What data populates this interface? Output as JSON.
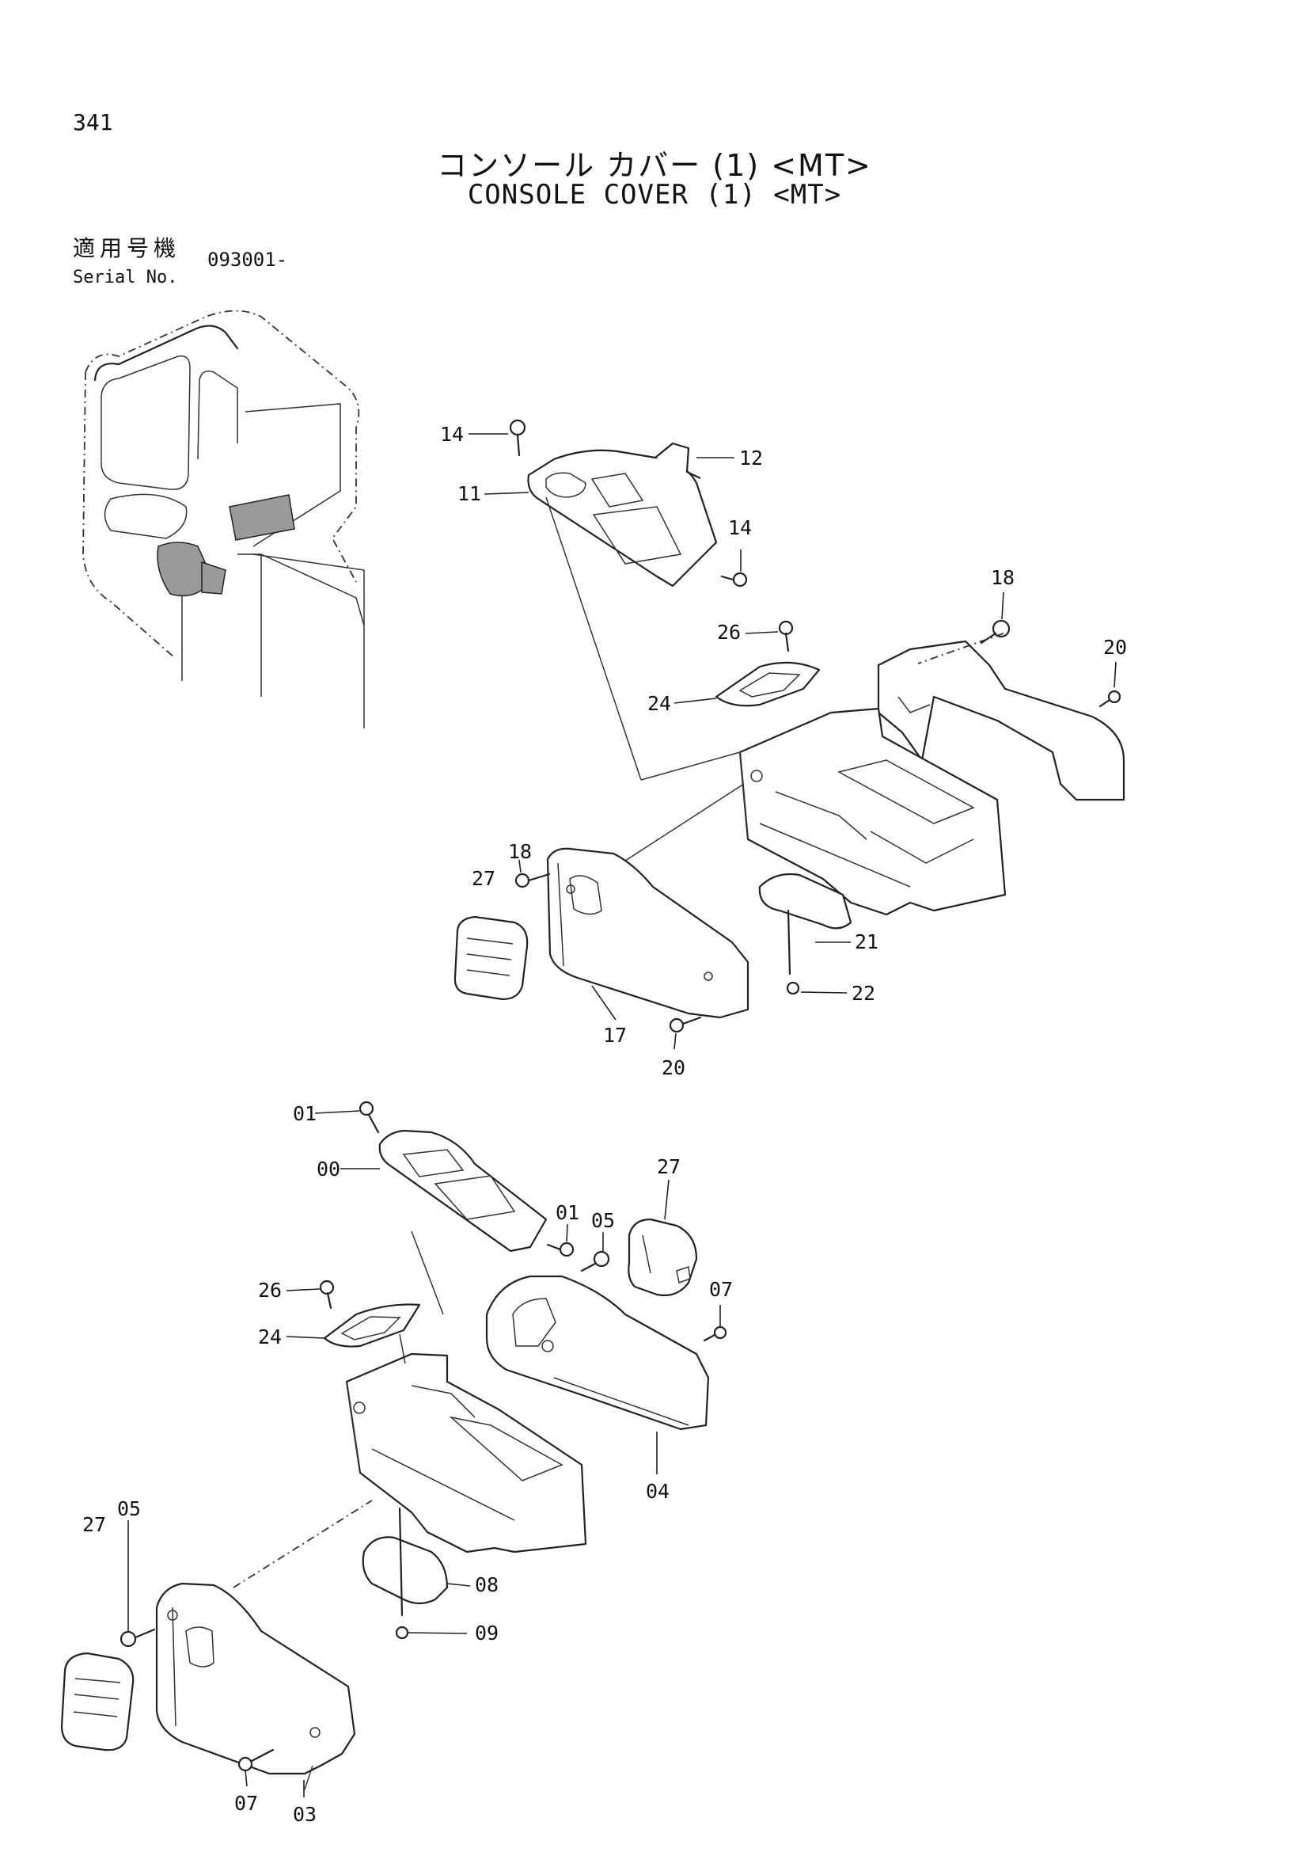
{
  "header": {
    "page_number": "341",
    "title_jp": "コンソール カバー (1) <MT>",
    "title_en": "CONSOLE COVER (1) <MT>",
    "serial_label_jp": "適用号機",
    "serial_label_en": "Serial No.",
    "serial_value": "093001-"
  },
  "callouts": [
    {
      "id": "c-14a",
      "label": "14"
    },
    {
      "id": "c-12",
      "label": "12"
    },
    {
      "id": "c-11",
      "label": "11"
    },
    {
      "id": "c-14b",
      "label": "14"
    },
    {
      "id": "c-18a",
      "label": "18"
    },
    {
      "id": "c-20a",
      "label": "20"
    },
    {
      "id": "c-26a",
      "label": "26"
    },
    {
      "id": "c-24a",
      "label": "24"
    },
    {
      "id": "c-18b",
      "label": "18"
    },
    {
      "id": "c-27a",
      "label": "27"
    },
    {
      "id": "c-21",
      "label": "21"
    },
    {
      "id": "c-22",
      "label": "22"
    },
    {
      "id": "c-17",
      "label": "17"
    },
    {
      "id": "c-20b",
      "label": "20"
    },
    {
      "id": "c-01a",
      "label": "01"
    },
    {
      "id": "c-00",
      "label": "00"
    },
    {
      "id": "c-01b",
      "label": "01"
    },
    {
      "id": "c-05a",
      "label": "05"
    },
    {
      "id": "c-27b",
      "label": "27"
    },
    {
      "id": "c-07a",
      "label": "07"
    },
    {
      "id": "c-26b",
      "label": "26"
    },
    {
      "id": "c-24b",
      "label": "24"
    },
    {
      "id": "c-04",
      "label": "04"
    },
    {
      "id": "c-27c",
      "label": "27"
    },
    {
      "id": "c-05b",
      "label": "05"
    },
    {
      "id": "c-08",
      "label": "08"
    },
    {
      "id": "c-09",
      "label": "09"
    },
    {
      "id": "c-07b",
      "label": "07"
    },
    {
      "id": "c-03",
      "label": "03"
    }
  ]
}
